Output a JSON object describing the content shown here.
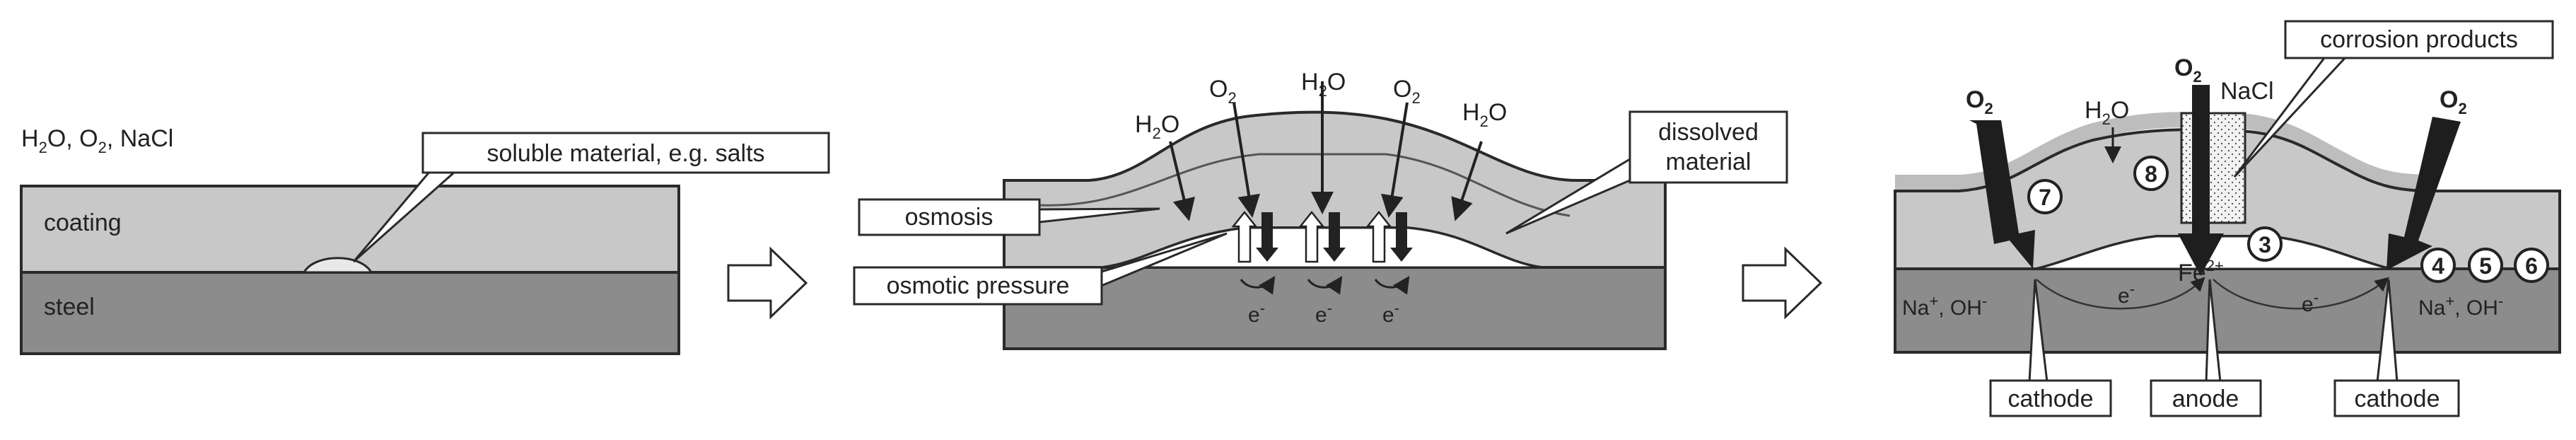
{
  "panel1": {
    "env": {
      "h2o": "H",
      "h2o_sub": "2",
      "h2o_o": "O, O",
      "o2_sub": "2",
      "nacl": ", NaCl"
    },
    "salt_label": "soluble material, e.g. salts",
    "coating": "coating",
    "steel": "steel"
  },
  "panel2": {
    "h2o": "H",
    "sub2": "2",
    "o": "O",
    "o2": "O",
    "osmosis": "osmosis",
    "osmotic_pressure": "osmotic pressure",
    "dissolved_1": "dissolved",
    "dissolved_2": "material",
    "electron": "e",
    "electron_sup": "-"
  },
  "panel3": {
    "o2": "O",
    "sub2": "2",
    "h2o_h": "H",
    "h2o_o": "O",
    "nacl": "NaCl",
    "corrosion_products": "corrosion products",
    "fe": "Fe",
    "fe_sup": "2+",
    "na_left": "Na",
    "plus": "+",
    "oh": ", OH",
    "minus": "-",
    "na_right": "Na",
    "electron": "e",
    "electron_sup": "-",
    "cathode_left": "cathode",
    "anode": "anode",
    "cathode_right": "cathode",
    "numbers": [
      "7",
      "8",
      "3",
      "4",
      "5",
      "6"
    ]
  },
  "colors": {
    "coating": "#c8c8c8",
    "steel": "#8c8c8c",
    "outline": "#2a2a2a",
    "corrosion": "#e6e6e6"
  }
}
